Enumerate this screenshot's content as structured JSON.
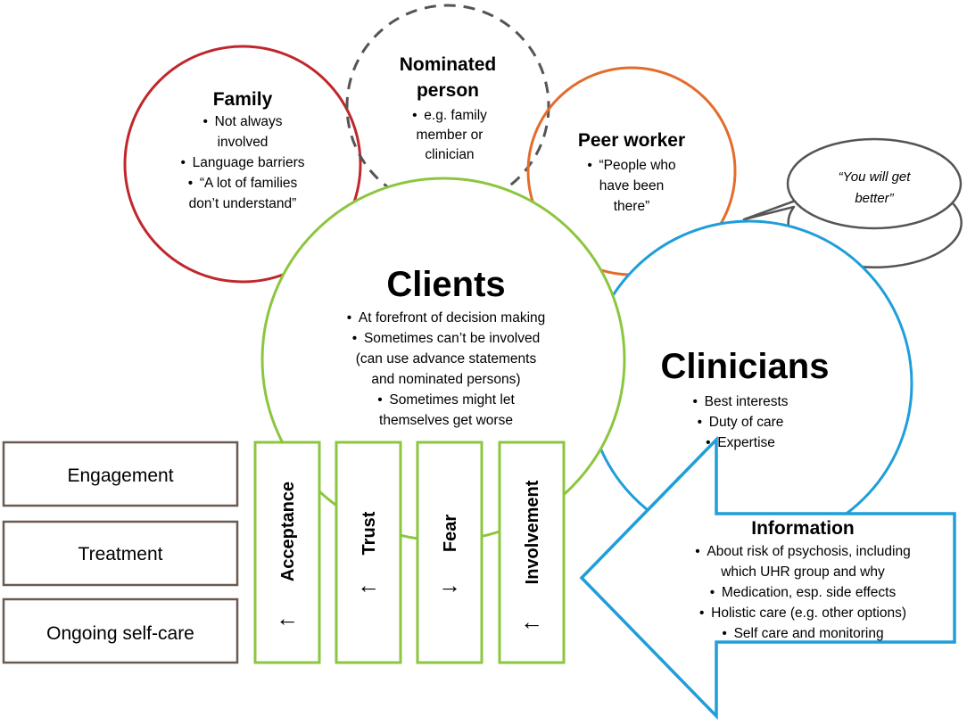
{
  "family": {
    "title": "Family",
    "lines": [
      {
        "bullet": true,
        "text": "Not always"
      },
      {
        "bullet": false,
        "text": "involved"
      },
      {
        "bullet": true,
        "text": "Language barriers"
      },
      {
        "bullet": true,
        "text": "“A lot of families"
      },
      {
        "bullet": false,
        "text": "don’t understand”"
      }
    ]
  },
  "nominated": {
    "title_lines": [
      "Nominated",
      "person"
    ],
    "lines": [
      {
        "bullet": true,
        "text": "e.g. family"
      },
      {
        "bullet": false,
        "text": "member or"
      },
      {
        "bullet": false,
        "text": "clinician"
      }
    ]
  },
  "peer": {
    "title": "Peer worker",
    "lines": [
      {
        "bullet": true,
        "text": "“People who"
      },
      {
        "bullet": false,
        "text": "have been"
      },
      {
        "bullet": false,
        "text": "there”"
      }
    ]
  },
  "bubble": {
    "lines": [
      "“You will get",
      "better”"
    ]
  },
  "clients": {
    "title": "Clients",
    "lines": [
      {
        "bullet": true,
        "text": "At forefront of decision making"
      },
      {
        "bullet": true,
        "text": "Sometimes can’t be involved"
      },
      {
        "bullet": false,
        "text": "(can use advance statements"
      },
      {
        "bullet": false,
        "text": "and nominated persons)"
      },
      {
        "bullet": true,
        "text": "Sometimes might let"
      },
      {
        "bullet": false,
        "text": "themselves get worse"
      }
    ]
  },
  "clinicians": {
    "title": "Clinicians",
    "lines": [
      {
        "bullet": true,
        "text": "Best interests"
      },
      {
        "bullet": true,
        "text": "Duty of care"
      },
      {
        "bullet": true,
        "text": "Expertise"
      }
    ]
  },
  "outcomes": [
    "Engagement",
    "Treatment",
    "Ongoing self-care"
  ],
  "factors": [
    {
      "label": "Acceptance",
      "arrow": "←",
      "arrow_icon": "arrow-left-icon"
    },
    {
      "label": "Trust",
      "arrow": "←",
      "arrow_icon": "arrow-left-icon"
    },
    {
      "label": "Fear",
      "arrow": "→",
      "arrow_icon": "arrow-right-icon"
    },
    {
      "label": "Involvement",
      "arrow": "←",
      "arrow_icon": "arrow-left-icon"
    }
  ],
  "information": {
    "title": "Information",
    "lines": [
      {
        "bullet": true,
        "text": "About risk of psychosis, including"
      },
      {
        "bullet": false,
        "text": "which UHR group and why"
      },
      {
        "bullet": true,
        "text": "Medication, esp. side effects"
      },
      {
        "bullet": true,
        "text": "Holistic care (e.g. other options)"
      },
      {
        "bullet": true,
        "text": "Self care and monitoring"
      }
    ]
  },
  "colors": {
    "family": "#c0272d",
    "nominated": "#555555",
    "peer": "#e46c2b",
    "clients": "#8cc63f",
    "clinicians": "#1f9ed9",
    "outcome_border": "#6b5a50",
    "bubble": "#555555"
  }
}
